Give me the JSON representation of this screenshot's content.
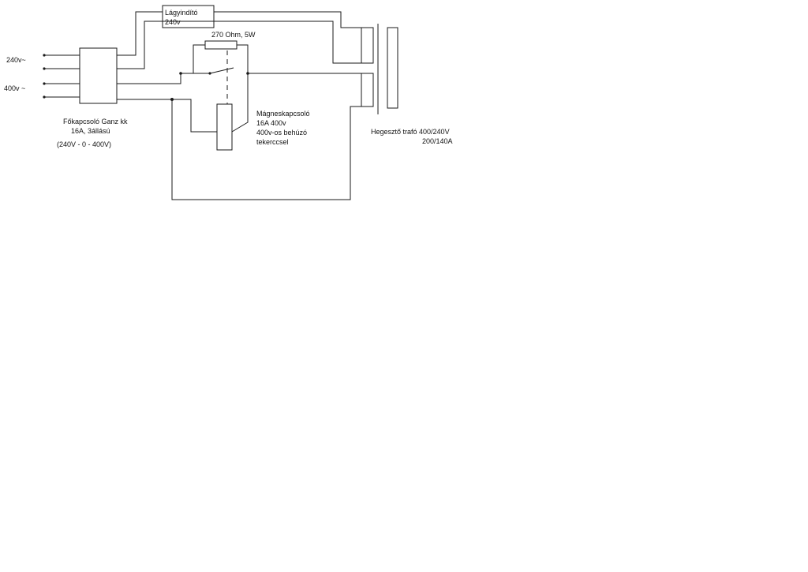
{
  "inputs": {
    "label_240": "240v~",
    "label_400": "400v ~"
  },
  "main_switch": {
    "line1": "Főkapcsoló Ganz kk",
    "line2": "16A,  3állású",
    "line3": "(240V - 0 - 400V)"
  },
  "soft_starter": {
    "line1": "Lágyindító",
    "line2": "240v"
  },
  "resistor": {
    "label": "270 Ohm, 5W"
  },
  "contactor": {
    "line1": "Mágneskapcsoló",
    "line2": "16A 400v",
    "line3": "400v-os behúzó",
    "line4": "tekerccsel"
  },
  "transformer": {
    "line1": "Hegesztő trafó 400/240V",
    "line2": "200/140A"
  }
}
